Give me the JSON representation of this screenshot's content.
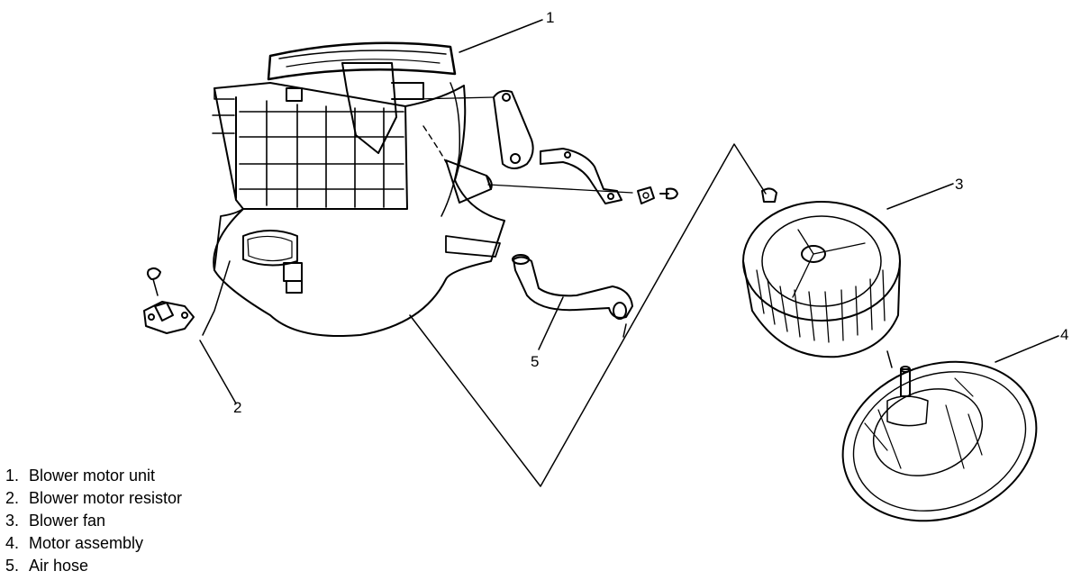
{
  "callouts": [
    "1",
    "2",
    "3",
    "4",
    "5"
  ],
  "legend": [
    {
      "num": "1.",
      "label": "Blower motor unit"
    },
    {
      "num": "2.",
      "label": "Blower motor resistor"
    },
    {
      "num": "3.",
      "label": "Blower fan"
    },
    {
      "num": "4.",
      "label": "Motor assembly"
    },
    {
      "num": "5.",
      "label": "Air hose"
    }
  ],
  "colors": {
    "ink": "#000000",
    "paper": "#ffffff"
  }
}
